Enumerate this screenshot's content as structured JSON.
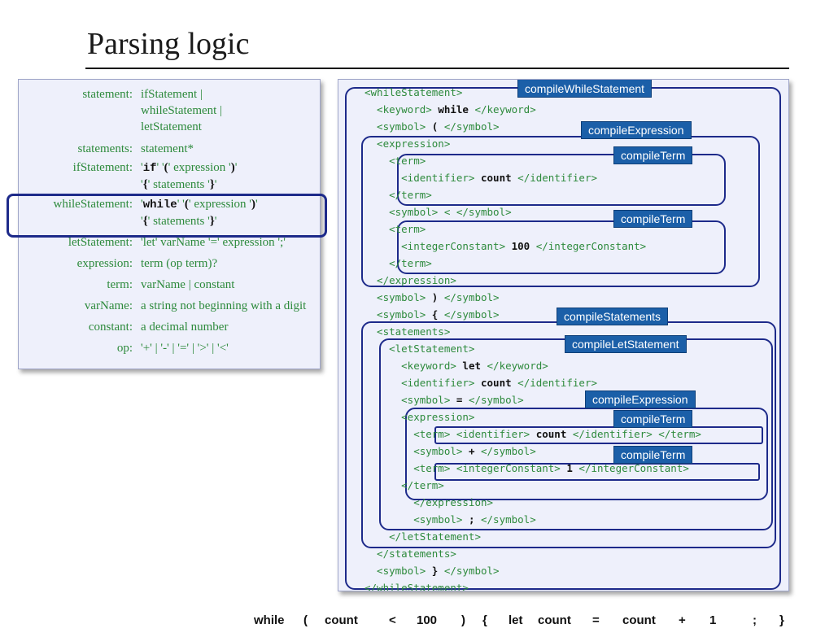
{
  "title": "Parsing logic",
  "grammar": [
    {
      "label": "statement:",
      "lines": [
        "ifStatement |",
        "whileStatement |",
        "letStatement"
      ]
    },
    {
      "label": "statements:",
      "lines": [
        "statement*"
      ]
    },
    {
      "label": "ifStatement:",
      "parts1": [
        "'",
        "if",
        "' '",
        "(",
        "' expression '",
        ")",
        "'"
      ],
      "parts2": [
        "'",
        "{",
        "' statements '",
        "}",
        "'"
      ]
    },
    {
      "label": "whileStatement:",
      "parts1": [
        "'",
        "while",
        "' '",
        "(",
        "' expression '",
        ")",
        "'"
      ],
      "parts2": [
        "'",
        "{",
        "' statements '",
        "}",
        "'"
      ]
    },
    {
      "label": "letStatement:",
      "text": "'let' varName '=' expression ';'"
    },
    {
      "label": "expression:",
      "lines": [
        "term (op term)?"
      ]
    },
    {
      "label": "term:",
      "lines": [
        "varName | constant"
      ]
    },
    {
      "label": "varName:",
      "lines": [
        "a string not beginning with a digit"
      ]
    },
    {
      "label": "constant:",
      "lines": [
        "a decimal number"
      ]
    },
    {
      "label": "op:",
      "lines": [
        "'+' | '-' | '=' | '>' | '<'"
      ]
    }
  ],
  "xml_lines": [
    "<whileStatement>",
    "  <keyword> while </keyword>",
    "  <symbol> ( </symbol>",
    "  <expression>",
    "    <term>",
    "      <identifier> count </identifier>",
    "    </term>",
    "    <symbol> < </symbol>",
    "    <term>",
    "      <integerConstant> 100 </integerConstant>",
    "    </term>",
    "  </expression>",
    "  <symbol> ) </symbol>",
    "  <symbol> { </symbol>",
    "  <statements>",
    "    <letStatement>",
    "      <keyword> let </keyword>",
    "      <identifier> count </identifier>",
    "      <symbol> = </symbol>",
    "      <expression>",
    "        <term> <identifier> count </identifier> </term>",
    "        <symbol> + </symbol>",
    "        <term> <integerConstant> 1 </integerConstant>",
    "      </term>",
    "        </expression>",
    "        <symbol> ; </symbol>",
    "    </letStatement>",
    "  </statements>",
    "  <symbol> } </symbol>",
    "</whileStatement>"
  ],
  "routines": {
    "while": "compileWhileStatement",
    "expr1": "compileExpression",
    "term1": "compileTerm",
    "term2": "compileTerm",
    "statements": "compileStatements",
    "let": "compileLetStatement",
    "expr2": "compileExpression",
    "term3": "compileTerm",
    "term4": "compileTerm"
  },
  "tokens": [
    "while",
    "(",
    "count",
    "<",
    "100",
    ")",
    "{",
    "let",
    "count",
    "=",
    "count",
    "+",
    "1",
    ";",
    "}"
  ],
  "colors": {
    "tag_bg": "#1b5fa8",
    "box": "#1d2a8a",
    "xml_text": "#2d8a3c",
    "panel_bg": "#eef0fb"
  }
}
